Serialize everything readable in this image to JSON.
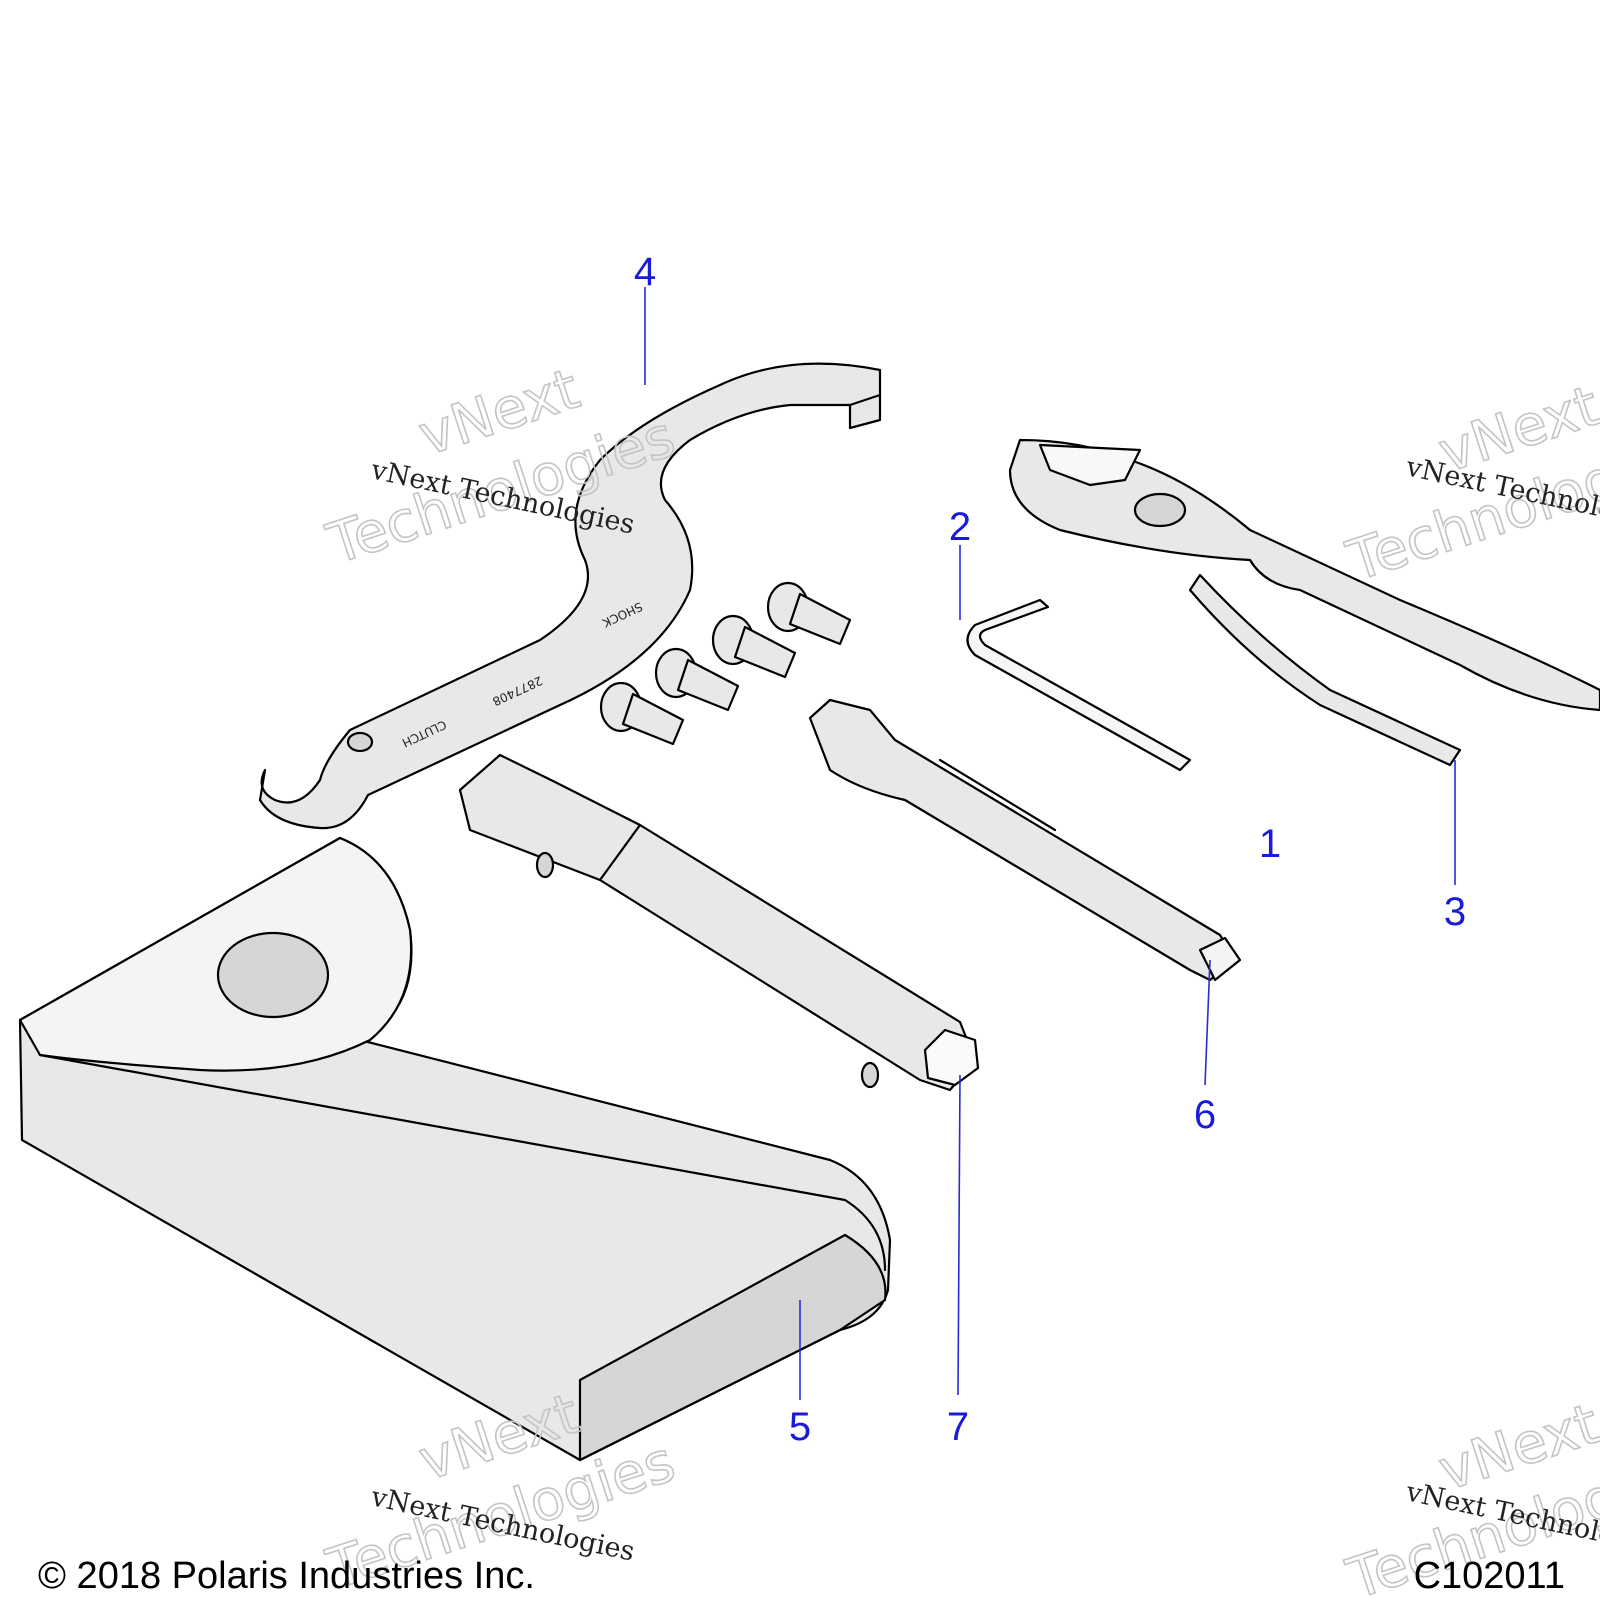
{
  "callouts": [
    {
      "id": "1",
      "label": "1"
    },
    {
      "id": "2",
      "label": "2"
    },
    {
      "id": "3",
      "label": "3"
    },
    {
      "id": "4",
      "label": "4"
    },
    {
      "id": "5",
      "label": "5"
    },
    {
      "id": "6",
      "label": "6"
    },
    {
      "id": "7",
      "label": "7"
    }
  ],
  "wrench_stamps": {
    "clutch": "CLUTCH",
    "part_number": "2877408",
    "shock": "SHOCK"
  },
  "watermark": {
    "line": "vNext Technologies",
    "word1": "vNext",
    "word2": "Technologies"
  },
  "footer": {
    "copyright": "© 2018 Polaris Industries Inc.",
    "figure_code": "C102011"
  },
  "colors": {
    "callout": "#1a1adb",
    "leader": "#2b2bd6",
    "shade": "#e8e8e8"
  }
}
